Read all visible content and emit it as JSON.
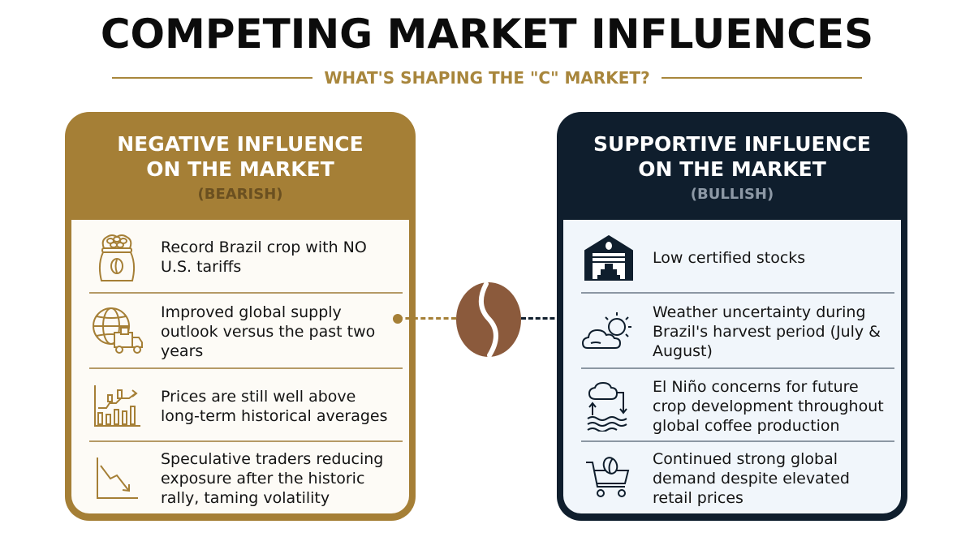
{
  "title": "COMPETING MARKET INFLUENCES",
  "subtitle": "WHAT'S SHAPING THE \"C\" MARKET?",
  "colors": {
    "gold": "#a57f36",
    "navy": "#0f1e2d",
    "bean": "#8b5a3c"
  },
  "negative": {
    "heading_line1": "NEGATIVE INFLUENCE",
    "heading_line2": "ON THE MARKET",
    "tag": "(BEARISH)",
    "items": [
      {
        "icon": "coffee-sack-icon",
        "text": "Record Brazil crop with NO U.S. tariffs"
      },
      {
        "icon": "globe-delivery-truck-icon",
        "text": "Improved global supply outlook versus the past two years"
      },
      {
        "icon": "bar-chart-icon",
        "text": "Prices are still well above long-term historical averages"
      },
      {
        "icon": "declining-trend-icon",
        "text": "Speculative traders reducing exposure after the historic rally, taming volatility"
      }
    ]
  },
  "positive": {
    "heading_line1": "SUPPORTIVE INFLUENCE",
    "heading_line2": "ON THE MARKET",
    "tag": "(BULLISH)",
    "items": [
      {
        "icon": "warehouse-stock-icon",
        "text": "Low certified stocks"
      },
      {
        "icon": "cloud-sun-icon",
        "text": "Weather uncertainty during Brazil's harvest period (July & August)"
      },
      {
        "icon": "water-cycle-icon",
        "text": "El Niño concerns for future crop development throughout global coffee production"
      },
      {
        "icon": "shopping-cart-bean-icon",
        "text": "Continued strong global demand despite elevated retail prices"
      }
    ]
  }
}
